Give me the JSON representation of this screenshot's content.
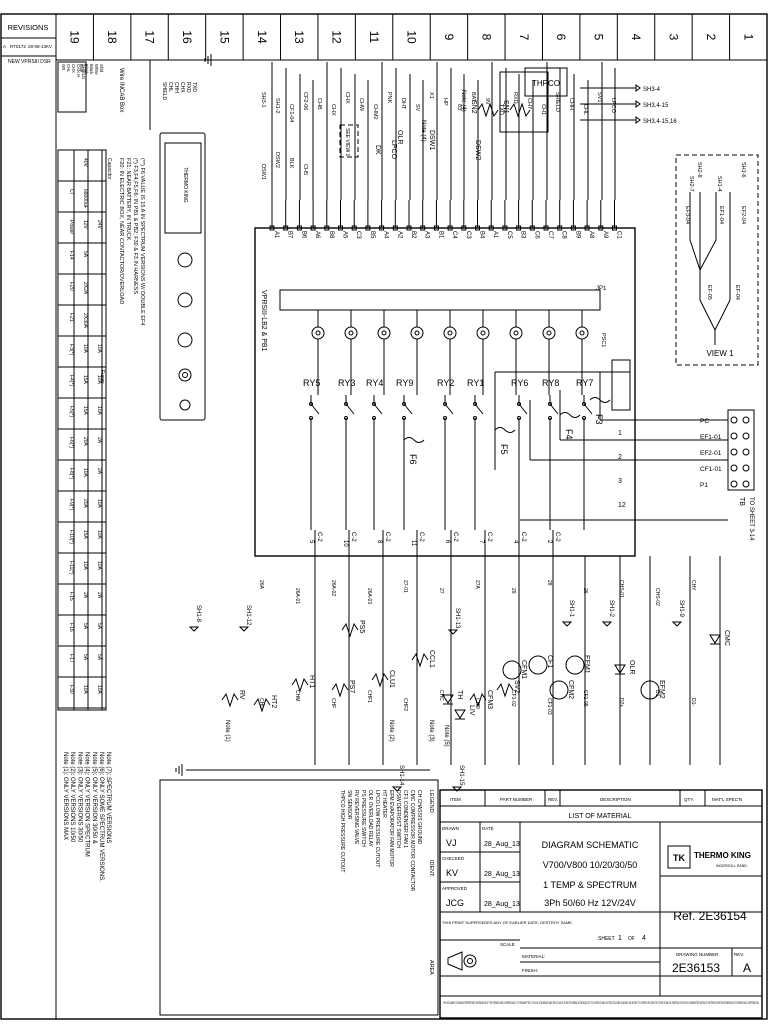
{
  "revisions": {
    "heading": "REVISIONS",
    "row": [
      "A",
      "RT0172",
      "28-08-13",
      "KV"
    ],
    "desc": "NEW VPRSIII DSR"
  },
  "zones": [
    "19",
    "18",
    "17",
    "16",
    "15",
    "14",
    "13",
    "12",
    "11",
    "10",
    "9",
    "8",
    "7",
    "6",
    "5",
    "4",
    "3",
    "2",
    "1"
  ],
  "wire_box": {
    "title": "Wire INCAB Box",
    "rows": [
      [
        "GR",
        "Blue"
      ],
      [
        "CHL",
        "Black"
      ],
      [
        "CHX",
        "Black"
      ],
      [
        "CAN H",
        "White"
      ],
      [
        "SHIELD",
        "Shld"
      ]
    ]
  },
  "harness_labels": [
    "SHIELD",
    "CHL",
    "CHH",
    "CHX",
    "RXD",
    "TXD"
  ],
  "controller": {
    "title": "VPRSIII-LB2 & PB1",
    "brand": "THERMO KING",
    "pins_top": [
      "A1",
      "B7",
      "B6",
      "A6",
      "B8",
      "A5",
      "C3",
      "B5",
      "A4",
      "A2",
      "B2",
      "A3",
      "B1",
      "C4",
      "C3",
      "B4",
      "A1",
      "C5",
      "B3",
      "C6",
      "C7",
      "C8",
      "B9",
      "A8",
      "A9",
      "C1"
    ],
    "jp": "JP1",
    "psc": "PSC1"
  },
  "components_top": {
    "thpco": "THPCO",
    "sn1": "SN1",
    "sn2": "SN2",
    "sn_note": "Note (4)",
    "dsw1": "DSW1",
    "dsw2": "DSW2",
    "dsw_note": "Note (4)",
    "lpco": "LPCO",
    "olr": "OLR",
    "dk": "DK",
    "see_view": "SEE VIEW 1",
    "sheet_refs": [
      "SH3-4",
      "SH3,4-15",
      "SH3,4-15,16"
    ],
    "wire_tags": [
      "SH3-1",
      "SH1-2",
      "CF1-04",
      "CF2-06",
      "CHB",
      "CHX",
      "CHX",
      "CHW",
      "CHM2",
      "PNK",
      "DHT",
      "SV",
      "X1",
      "HP",
      "03",
      "BAT",
      "9V",
      "TXD",
      "RXD",
      "CH7",
      "CH1",
      "SHIELD",
      "CHH",
      "CHL",
      "SV1",
      "LPCO",
      "DSW1",
      "DSW2",
      "BLK",
      "CH5"
    ]
  },
  "relays": [
    "RY5",
    "RY3",
    "RY4",
    "RY9",
    "RY2",
    "RY1",
    "RY6",
    "RY8",
    "RY7"
  ],
  "fuses": [
    "F6",
    "F5",
    "F4",
    "F3"
  ],
  "view1": {
    "label": "VIEW 1",
    "refs": [
      "SH2-8",
      "SH1-6",
      "SH2-7",
      "SH1-4"
    ],
    "wires": [
      "EF3-04",
      "EF1-04",
      "EF2-04",
      "EF-05",
      "EF-04"
    ]
  },
  "tb": {
    "label": "TB",
    "to_sheet": "TO SHEET 3-14",
    "terminals": [
      "PC",
      "EF1-01",
      "EF2-01",
      "CF1-01",
      "P1"
    ],
    "ret": [
      "1",
      "2",
      "3",
      "12"
    ]
  },
  "outputs": {
    "c_labels": [
      "C-2",
      "C-2",
      "C-2",
      "C-2",
      "C-2",
      "C-2",
      "C-2",
      "C-2"
    ],
    "numbers": [
      "5",
      "10",
      "8",
      "11",
      "6",
      "7",
      "4",
      "2"
    ],
    "devices": [
      "CF1",
      "CFM2",
      "EFM1",
      "CFM1",
      "EFM2",
      "CFM3",
      "CCL1",
      "CLU1",
      "PS7",
      "HT1",
      "HT2",
      "RV",
      "PS5",
      "TH",
      "LIV",
      "OLR",
      "CMC",
      "SV2"
    ],
    "sheet_refs": [
      "SH1-8",
      "SH1-12",
      "SH1-13",
      "SH1-14",
      "SH1-15",
      "SH1-1",
      "SH1-2",
      "SH1-9"
    ],
    "notes": [
      "Note (1)",
      "Note (2)",
      "Note (3)",
      "Note (5)"
    ],
    "wire_tags": [
      "26A",
      "26A-01",
      "26A-02",
      "26A-03",
      "27-01",
      "27",
      "27A",
      "29",
      "28",
      "26",
      "CHS-01",
      "CHS-02",
      "CHY",
      "CHL",
      "CHM",
      "CHF",
      "CHF1",
      "CHF2",
      "CHC",
      "CHD",
      "CF1-02",
      "CF1-03",
      "CF1-05",
      "D2+",
      "D1",
      "D1-"
    ]
  },
  "fuse_table": {
    "heading_caps": "Capacitor",
    "heading_fuses": "Fuses",
    "rows": [
      [
        "",
        "Cl",
        "Power",
        "F14",
        "F20",
        "F21",
        "F3(*)",
        "F4(*)",
        "F5(*)",
        "F6(*)",
        "F8(*)",
        "F9(*)",
        "F10(*)",
        "F11(*)",
        "F15",
        "F16",
        "F17",
        "F30"
      ],
      [
        "40V",
        "68000uF",
        "12V",
        "5A",
        "2X2A",
        "2X30A",
        "10A",
        "15A",
        "15A",
        "20A",
        "10A",
        "20A",
        "15A",
        "10A",
        "2A",
        "5A",
        "5A",
        "10A"
      ],
      [
        "",
        "",
        "24V",
        "",
        "",
        "",
        "10A",
        "10A",
        "10A",
        "2A",
        "2A",
        "10A",
        "10A",
        "10A",
        "2A",
        "5A",
        "5A",
        "10A"
      ]
    ],
    "notes": [
      "F20: IN ELECTRIC BOX, NEAR CONTACTOR/OVERLOAD",
      "F21: NEAR BATTERY, IN TRUCK",
      "(*) F3,F4,F5,F6: IN PB1 & PB2; F30 & F3 IN HARNESS",
      "(**) F6 VALUE IS 15 A IN SPECTRUM VERSIONS W/ DOUBLE EF4"
    ]
  },
  "legend": {
    "title": "LEGEND",
    "area_head": "AREA",
    "ident_head": "IDENT.",
    "items": [
      "CH  CHASSIS GROUND",
      "CMC COMPRESSOR MOTOR CONTACTOR",
      "CF1 CONDENSER FAN 1",
      "DSW DEFROST SWITCH",
      "EFM EVAPORATOR FAN MOTOR",
      "HT  HEATER",
      "LPCO LOW PRESSURE CUTOUT",
      "OLR OVERLOAD RELAY",
      "PS  PRESSURE SWITCH",
      "RV  REVERSING VALVE",
      "SN  SENSOR",
      "THPCO HIGH PRESSURE CUTOUT"
    ]
  },
  "notes_right": [
    "Note (1): ONLY VERSIONS MAX",
    "Note (2): ONLY VERSIONS 10/50",
    "Note (3): ONLY VERSIONS 30/50",
    "Note (4): ONLY VERSION SPECTRUM",
    "Note (5): ONLY VERSION 30/50 &",
    "Note (6): ONLY SOME SPECTRUM VERSIONS.",
    "Note (7): SPECTRUM VERSIONS"
  ],
  "title_block": {
    "item": "ITEM",
    "part": "PART NUMBER",
    "rev": "REV.",
    "description": "DESCRIPTION",
    "qty": "QTY.",
    "matl": "MAT'L SPEC'N",
    "list_of_material": "LIST OF MATERIAL",
    "drawn_label": "DRAWN",
    "drawn": "VJ",
    "checked_label": "CHECKED",
    "checked": "KV",
    "approved_label": "APPROVED",
    "approved": "JCG",
    "date_label": "DATE",
    "date1": "28_Aug_13",
    "date2": "28_Aug_13",
    "date3": "28_Aug_13",
    "title1": "DIAGRAM SCHEMATIC",
    "title2": "V700/V800 10/20/30/50",
    "title3": "1 TEMP & SPECTRUM",
    "title4": "3Ph 50/60 Hz 12V/24V",
    "supersedes": "THIS PRINT SUPERSEDES ANY OF EARLIER DATE. DESTROY SAME.",
    "scale": "SCALE",
    "material": "MATERIAL:",
    "finish": "FINISH:",
    "sheet_word": "SHEET",
    "sheet_num": "1",
    "sheet_of": "OF",
    "sheet_total": "4",
    "logo": "THERMO KING",
    "logo_sub": "INGERSOLL RAND",
    "ref": "Ref. 2E36154",
    "drawing_number_label": "DRAWING NUMBER",
    "drawing_number": "2E36153",
    "rev_label": "REV.",
    "rev_value": "A",
    "footer": "THIS DOCUMENT CONTAINS PROPRIETARY INFORMATION OF THE THERMO KING CORPORATION. IT IS TRANSMITTED TO YOU IN CONFIDENCE AND TRUST, AND IS TO BE RETURNED UPON REQUEST. ITS CONTENTS MAY NOT BE DISCLOSED IN WHOLE OR IN PART TO OTHERS OR USED FOR OTHER THAN THE PURPOSE FOR WHICH TRANSMITTED WITHOUT THE PRIOR WRITTEN PERMISSION OF THERMO KING CORPORATION."
  },
  "colors": {
    "ink": "#000000",
    "paper": "#ffffff"
  }
}
